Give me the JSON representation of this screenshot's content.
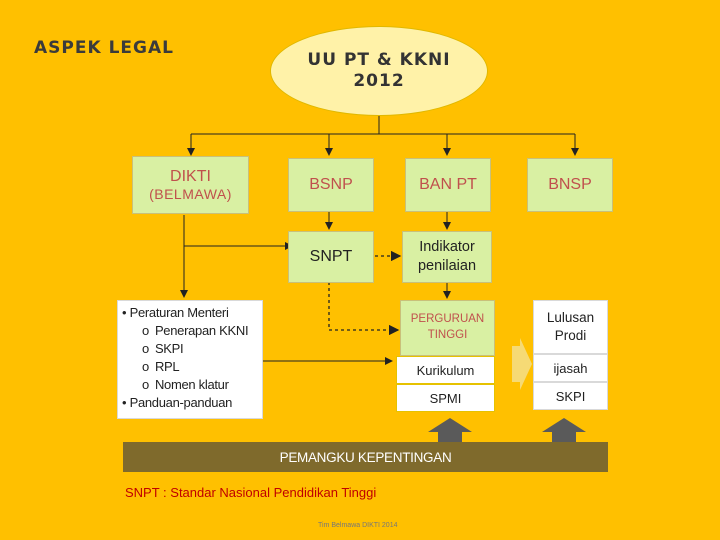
{
  "title": "ASPEK LEGAL",
  "top": {
    "line1": "UU PT & KKNI",
    "line2": "2012"
  },
  "boxes": {
    "dikti": "DIKTI",
    "belmawa": "(BELMAWA)",
    "bsnp": "BSNP",
    "banpt": "BAN PT",
    "bnsp": "BNSP",
    "snpt": "SNPT",
    "indikator": "Indikator penilaian",
    "perguruan": "PERGURUAN TINGGI",
    "kurikulum": "Kurikulum",
    "spmi": "SPMI",
    "lulusan": "Lulusan Prodi",
    "ijasah": "ijasah",
    "skpi": "SKPI"
  },
  "list": {
    "head1": "Peraturan Menteri",
    "items": [
      "Penerapan KKNI",
      "SKPI",
      "RPL",
      "Nomen klatur"
    ],
    "head2": "Panduan-panduan"
  },
  "stakeholder": "PEMANGKU KEPENTINGAN",
  "note": "SNPT : Standar Nasional Pendidikan Tinggi",
  "footer": "Tim Belmawa DIKTI 2014",
  "colors": {
    "background": "#FFC000",
    "box_green": "#D9F0A3",
    "text_red": "#C0504D",
    "stake_bar": "#7F6A2C"
  }
}
